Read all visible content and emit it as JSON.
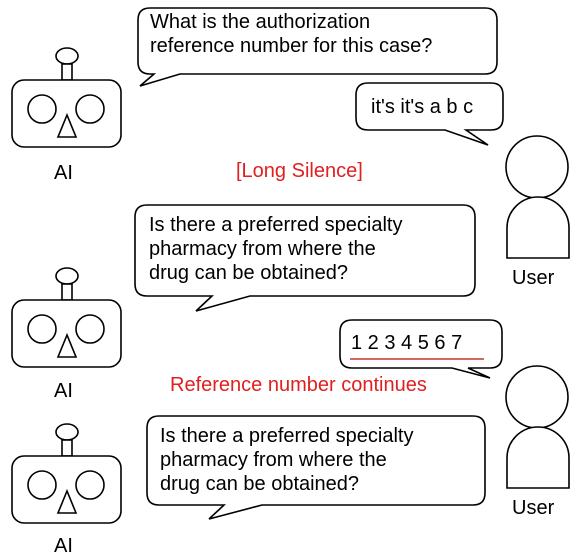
{
  "colors": {
    "stroke": "#000000",
    "note": "#e02020",
    "underline": "#c0392b"
  },
  "icons": {
    "robot": "robot-icon",
    "user": "user-icon"
  },
  "labels": {
    "ai": "AI",
    "user": "User"
  },
  "scene1": {
    "ai_question": {
      "line1": "What is the authorization",
      "line2": "reference number for this case?"
    },
    "user_reply": "it's it's a b c",
    "note": "[Long Silence]"
  },
  "scene2": {
    "ai_question": {
      "line1": "Is there a preferred specialty",
      "line2": "pharmacy from where the",
      "line3": "drug can be obtained?"
    },
    "user_reply": "1 2 3 4 5 6 7",
    "note": "Reference number continues"
  },
  "scene3": {
    "ai_question": {
      "line1": "Is there a preferred specialty",
      "line2": "pharmacy from where the",
      "line3": "drug can be obtained?"
    }
  }
}
